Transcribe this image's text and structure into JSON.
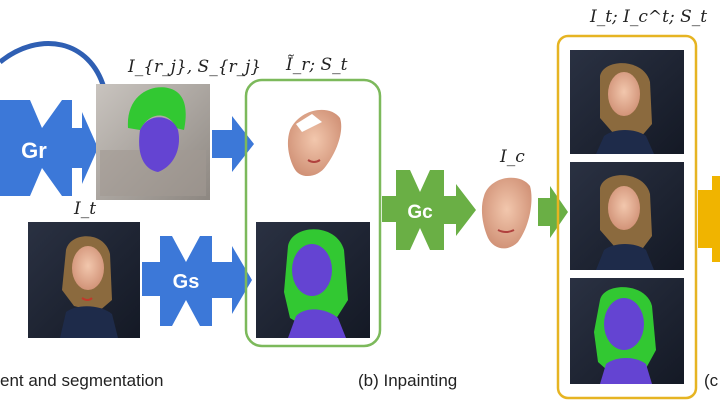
{
  "labels": {
    "reenact_output": "I_{r_j}, S_{r_j}",
    "target_input": "I_t",
    "inpaint_input": "Ĩ_r; S_t",
    "completed_face": "I_c",
    "blend_input": "I_t; I_c^t; S_t"
  },
  "generators": {
    "reenactment": "Gr",
    "segmentation": "Gs",
    "inpainting": "Gc"
  },
  "captions": {
    "a": "ent and segmentation",
    "b": "(b) Inpainting",
    "c": "(c"
  },
  "colors": {
    "reenact_blue": "#3c78d8",
    "inpaint_green": "#6aaf45",
    "blend_gold": "#f0b400",
    "panel_green": "#7cb95b",
    "panel_gold": "#e6b422",
    "hair_segment": "#32c832",
    "face_segment": "#6444d2",
    "background_dark": "#1c2232",
    "skin": "#e8b49a"
  }
}
